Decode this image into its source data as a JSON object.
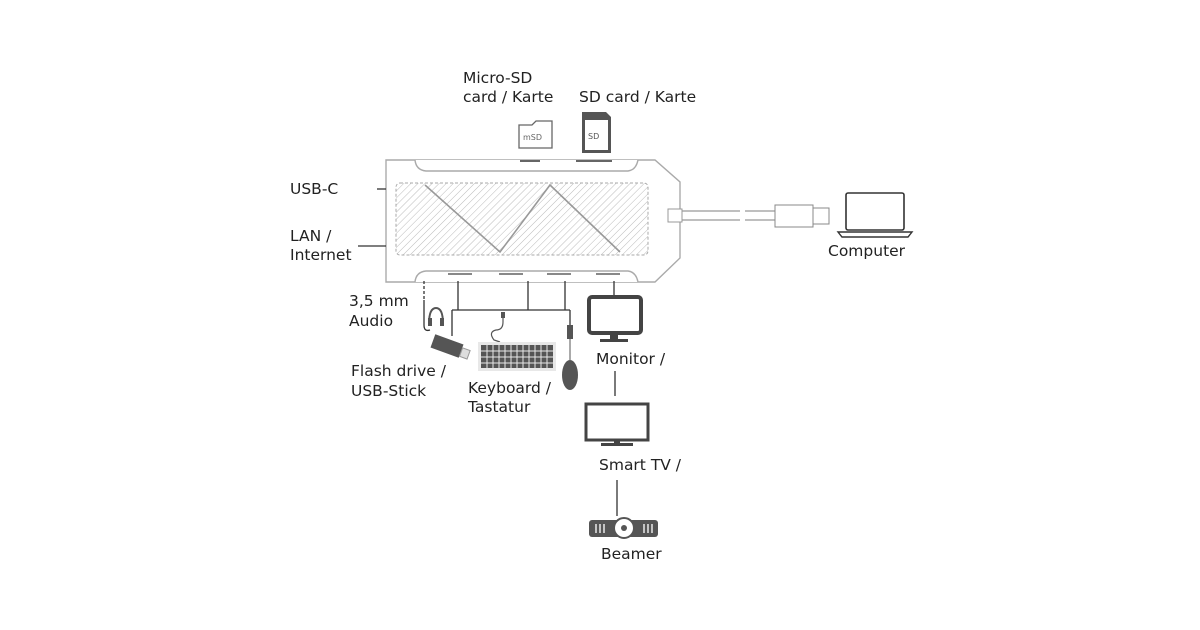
{
  "labels": {
    "micro_sd_line1": "Micro-SD",
    "micro_sd_line2": "card / Karte",
    "sd_card": "SD card / Karte",
    "usb_c": "USB-C",
    "lan_line1": "LAN /",
    "lan_line2": "Internet",
    "computer": "Computer",
    "audio_line1": "3,5 mm",
    "audio_line2": "Audio",
    "flash_line1": "Flash drive /",
    "flash_line2": "USB-Stick",
    "keyboard_line1": "Keyboard /",
    "keyboard_line2": "Tastatur",
    "monitor": "Monitor /",
    "smart_tv": "Smart TV /",
    "beamer": "Beamer"
  },
  "icons": [
    "usb-hub",
    "micro-sd-card",
    "sd-card",
    "laptop",
    "headphones",
    "flash-drive",
    "keyboard",
    "mouse",
    "monitor",
    "tv",
    "projector"
  ],
  "colors": {
    "lines": "#333333",
    "hub_outline": "#aaaaaa",
    "devices": "#555555"
  }
}
